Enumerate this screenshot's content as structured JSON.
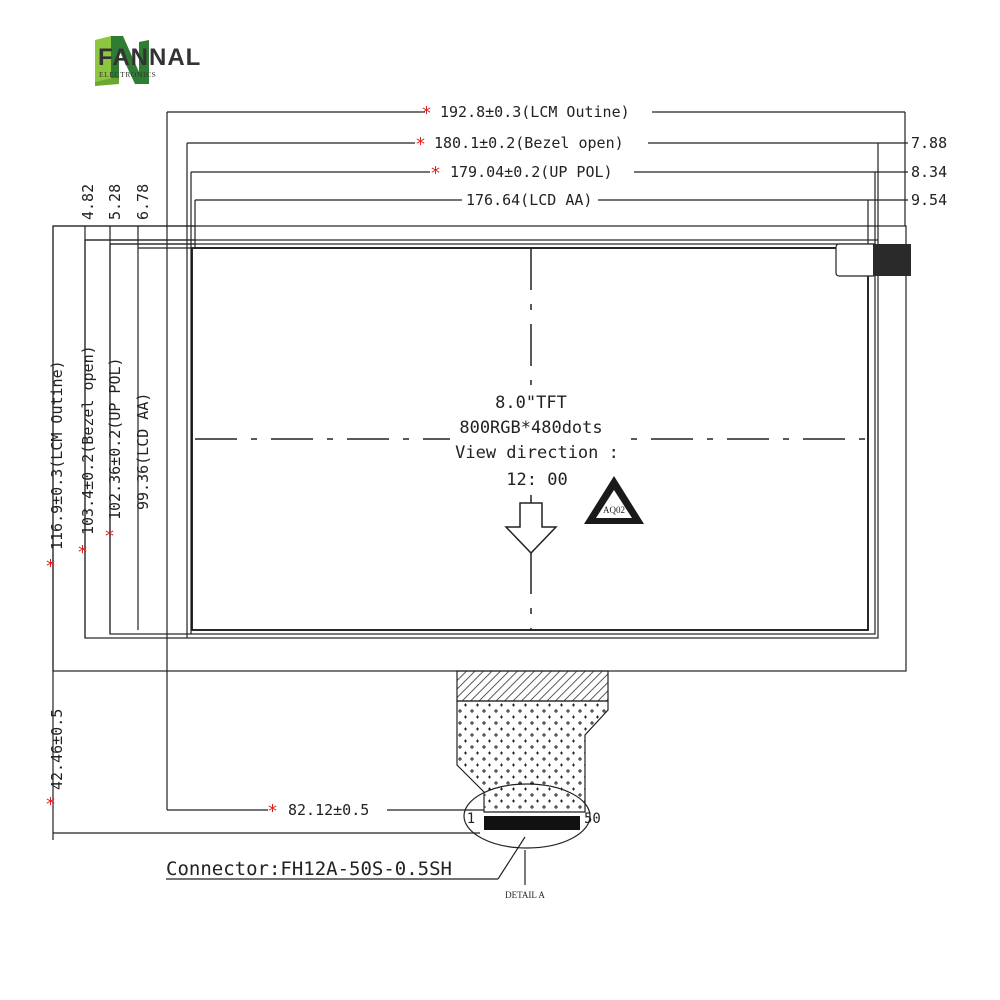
{
  "brand": {
    "name": "FANNAL",
    "subtitle": "ELECTRONICS",
    "logo_colors": [
      "#8dc63f",
      "#2e7d32"
    ]
  },
  "dimensions_horizontal": {
    "lcm_outline": "192.8±0.3(LCM Outine)",
    "bezel_open": "180.1±0.2(Bezel open)",
    "up_pol": "179.04±0.2(UP POL)",
    "lcd_aa": "176.64(LCD AA)",
    "right_offset_1": "7.88",
    "right_offset_2": "8.34",
    "right_offset_3": "9.54"
  },
  "dimensions_vertical": {
    "lcm_outline": "116.9±0.3(LCM Outine)",
    "bezel_open": "103.4±0.2(Bezel open)",
    "up_pol": "102.36±0.2(UP POL)",
    "lcd_aa": "99.36(LCD AA)",
    "top_offset_1": "4.82",
    "top_offset_2": "5.28",
    "top_offset_3": "6.78",
    "fpc_length": "42.46±0.5"
  },
  "fpc_offset": "82.12±0.5",
  "star_marker": "*",
  "center": {
    "size": "8.0\"TFT",
    "resolution": "800RGB*480dots",
    "view_label": "View direction :",
    "view_value": "12: 00"
  },
  "mark_label": "AQ02",
  "pin_first": "1",
  "pin_last": "50",
  "connector": "Connector:FH12A-50S-0.5SH",
  "detail": "DETAIL A"
}
